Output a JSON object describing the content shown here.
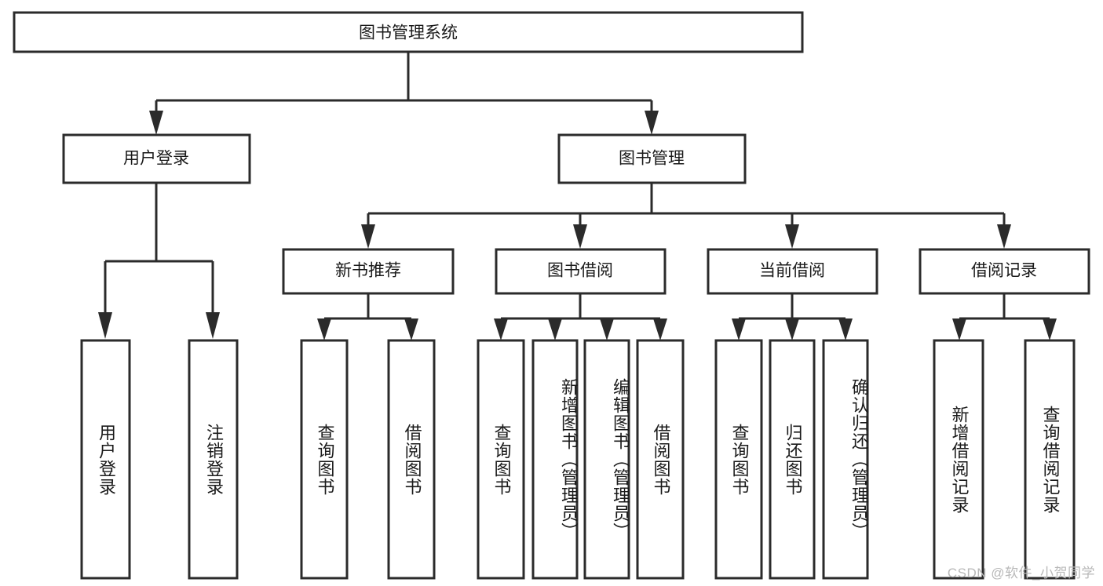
{
  "diagram": {
    "title": "图书管理系统",
    "watermark": "CSDN @软件_小贺同学",
    "style": {
      "box_fill": "#ffffff",
      "box_stroke": "#2b2b2b",
      "text_color": "#1a1a1a",
      "watermark_color": "#b8b8b8",
      "background": "#ffffff"
    },
    "levels": {
      "root": {
        "label": "图书管理系统"
      },
      "level2": [
        {
          "id": "user-login",
          "label": "用户登录"
        },
        {
          "id": "book-management",
          "label": "图书管理"
        }
      ],
      "level3": [
        {
          "id": "new-book-recommend",
          "label": "新书推荐"
        },
        {
          "id": "book-borrow",
          "label": "图书借阅"
        },
        {
          "id": "current-borrow",
          "label": "当前借阅"
        },
        {
          "id": "borrow-record",
          "label": "借阅记录"
        }
      ],
      "leaves": [
        {
          "id": "leaf-user-login",
          "label": "用户登录",
          "parent": "user-login"
        },
        {
          "id": "leaf-user-logout",
          "label": "注销登录",
          "parent": "user-login"
        },
        {
          "id": "leaf-query-book-1",
          "label": "查询图书",
          "parent": "new-book-recommend"
        },
        {
          "id": "leaf-borrow-book-1",
          "label": "借阅图书",
          "parent": "new-book-recommend"
        },
        {
          "id": "leaf-query-book-2",
          "label": "查询图书",
          "parent": "book-borrow"
        },
        {
          "id": "leaf-add-book",
          "label": "新增图书（管理员）",
          "parent": "book-borrow"
        },
        {
          "id": "leaf-edit-book",
          "label": "编辑图书（管理员）",
          "parent": "book-borrow"
        },
        {
          "id": "leaf-borrow-book-2",
          "label": "借阅图书",
          "parent": "book-borrow"
        },
        {
          "id": "leaf-query-book-3",
          "label": "查询图书",
          "parent": "current-borrow"
        },
        {
          "id": "leaf-return-book",
          "label": "归还图书",
          "parent": "current-borrow"
        },
        {
          "id": "leaf-confirm-return",
          "label": "确认归还（管理员）",
          "parent": "current-borrow"
        },
        {
          "id": "leaf-add-record",
          "label": "新增借阅记录",
          "parent": "borrow-record"
        },
        {
          "id": "leaf-query-record",
          "label": "查询借阅记录",
          "parent": "borrow-record"
        }
      ]
    }
  }
}
